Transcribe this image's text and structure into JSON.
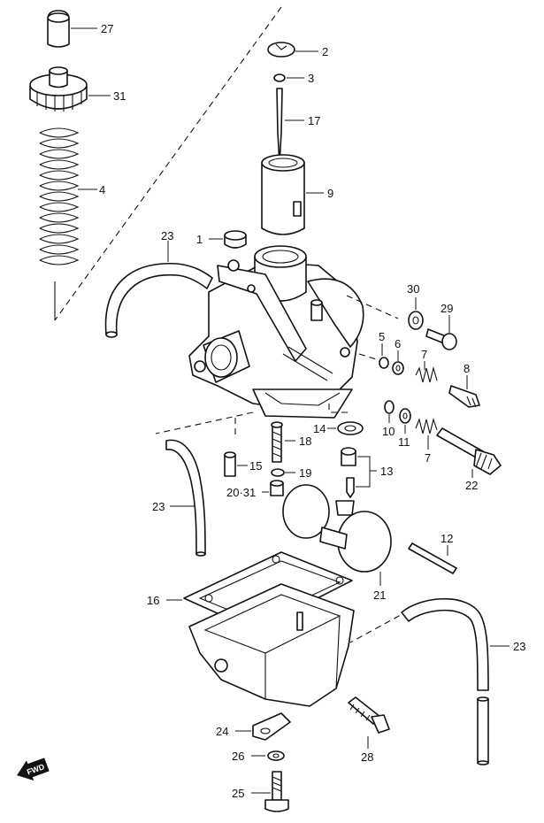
{
  "parts": [
    {
      "id": "p27",
      "label": "27"
    },
    {
      "id": "p2",
      "label": "2"
    },
    {
      "id": "p3",
      "label": "3"
    },
    {
      "id": "p31",
      "label": "31"
    },
    {
      "id": "p17",
      "label": "17"
    },
    {
      "id": "p4",
      "label": "4"
    },
    {
      "id": "p9",
      "label": "9"
    },
    {
      "id": "p23a",
      "label": "23"
    },
    {
      "id": "p1",
      "label": "1"
    },
    {
      "id": "p30",
      "label": "30"
    },
    {
      "id": "p29",
      "label": "29"
    },
    {
      "id": "p5",
      "label": "5"
    },
    {
      "id": "p6",
      "label": "6"
    },
    {
      "id": "p7a",
      "label": "7"
    },
    {
      "id": "p8",
      "label": "8"
    },
    {
      "id": "p14",
      "label": "14"
    },
    {
      "id": "p10",
      "label": "10"
    },
    {
      "id": "p11",
      "label": "11"
    },
    {
      "id": "p18",
      "label": "18"
    },
    {
      "id": "p7b",
      "label": "7"
    },
    {
      "id": "p15",
      "label": "15"
    },
    {
      "id": "p13",
      "label": "13"
    },
    {
      "id": "p19",
      "label": "19"
    },
    {
      "id": "p22",
      "label": "22"
    },
    {
      "id": "p2031",
      "label": "20·31"
    },
    {
      "id": "p23b",
      "label": "23"
    },
    {
      "id": "p12",
      "label": "12"
    },
    {
      "id": "p21",
      "label": "21"
    },
    {
      "id": "p16",
      "label": "16"
    },
    {
      "id": "p23c",
      "label": "23"
    },
    {
      "id": "p24",
      "label": "24"
    },
    {
      "id": "p28",
      "label": "28"
    },
    {
      "id": "p26",
      "label": "26"
    },
    {
      "id": "p25",
      "label": "25"
    }
  ],
  "fwd_badge": {
    "label": "FWD"
  }
}
